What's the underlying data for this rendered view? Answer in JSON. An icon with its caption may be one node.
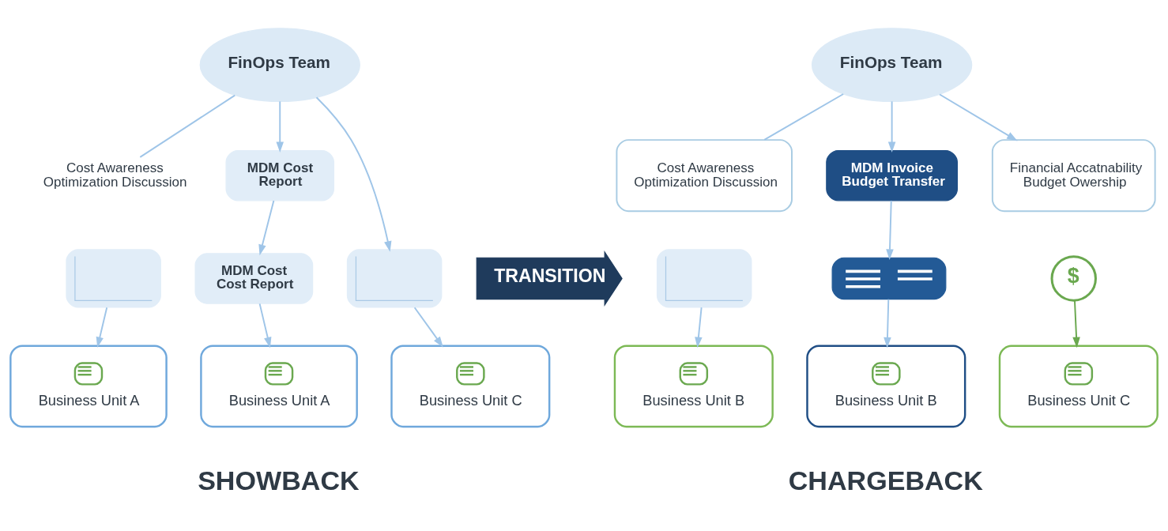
{
  "diagram": {
    "nodes": [
      {
        "text": [
          "FinOps Team"
        ]
      },
      {
        "text": [
          "Cost Awareness Optimization Discussion"
        ]
      },
      {
        "text": [],
        "shape": "picture"
      },
      {
        "text": [
          "MDM Cost Report"
        ]
      },
      {
        "text": [
          "MDM Cost Cost Report"
        ]
      },
      {
        "text": [],
        "shape": "picture"
      },
      {
        "text": [
          "Business Unit A"
        ]
      },
      {
        "text": [
          "Business Unit A"
        ]
      },
      {
        "text": [
          "Business Unit C"
        ]
      },
      {
        "text": [
          "TRANSITION"
        ]
      },
      {
        "text": [
          "FinOps Team"
        ]
      },
      {
        "text": [
          "Cost Awareness Optimization Discussion"
        ]
      },
      {
        "text": [],
        "shape": "picture"
      },
      {
        "text": [
          "MDM Invoice Budget Transfer"
        ]
      },
      {
        "text": [],
        "shape": "picture"
      },
      {
        "text": [
          "Financial Accatnability Budget Owership"
        ]
      },
      {
        "text": [
          "$"
        ]
      },
      {
        "text": [
          "Business Unit B"
        ]
      },
      {
        "text": [
          "Business Unit B"
        ]
      },
      {
        "text": [
          "Business Unit C"
        ]
      }
    ],
    "edges": [
      {
        "from": 0,
        "to": 1,
        "arrow": "none"
      },
      {
        "from": 0,
        "to": 3,
        "arrow": "to"
      },
      {
        "from": 3,
        "to": 4,
        "arrow": "to"
      },
      {
        "from": 0,
        "to": 5,
        "arrow": "to"
      },
      {
        "from": 2,
        "to": 6,
        "arrow": "to"
      },
      {
        "from": 4,
        "to": 7,
        "arrow": "to"
      },
      {
        "from": 5,
        "to": 8,
        "arrow": "to"
      },
      {
        "from": 10,
        "to": 11,
        "arrow": "none"
      },
      {
        "from": 10,
        "to": 13,
        "arrow": "to"
      },
      {
        "from": 13,
        "to": 14,
        "arrow": "to"
      },
      {
        "from": 10,
        "to": 15,
        "arrow": "to"
      },
      {
        "from": 12,
        "to": 17,
        "arrow": "to"
      },
      {
        "from": 14,
        "to": 18,
        "arrow": "to"
      },
      {
        "from": 16,
        "to": 19,
        "arrow": "to",
        "color": "#6aa84f"
      }
    ],
    "labels": [
      "SHOWBACK",
      "CHARGEBACK"
    ]
  }
}
